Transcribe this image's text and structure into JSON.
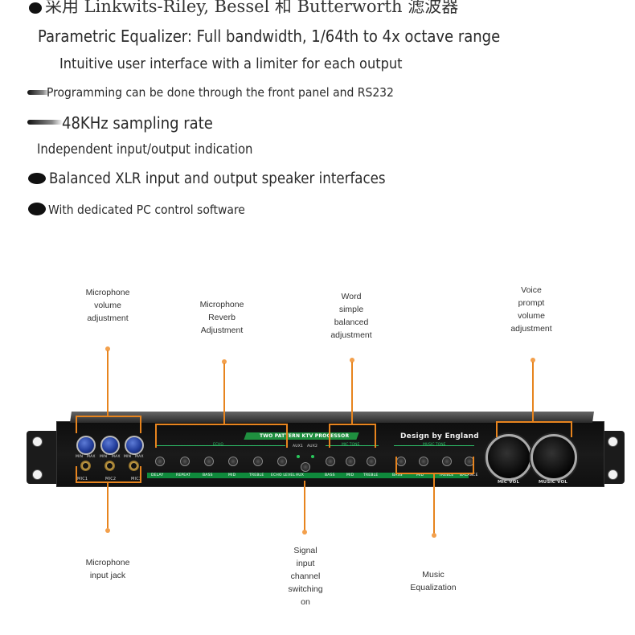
{
  "features": [
    "采用 Linkwits-Riley, Bessel 和 Butterworth 滤波器",
    "Parametric Equalizer: Full bandwidth, 1/64th to 4x octave range",
    "Intuitive user interface with a limiter for each output",
    "Programming can be done through the front panel and RS232",
    "48KHz sampling rate",
    "Independent input/output indication",
    "Balanced XLR input and output speaker interfaces",
    "With dedicated PC control software"
  ],
  "callouts": {
    "mic_volume": [
      "Microphone",
      "volume",
      "adjustment"
    ],
    "mic_reverb": [
      "Microphone",
      "Reverb",
      "Adjustment"
    ],
    "word_balance": [
      "Word",
      "simple",
      "balanced",
      "adjustment"
    ],
    "voice_prompt": [
      "Voice",
      "prompt",
      "volume",
      "adjustment"
    ],
    "mic_input": [
      "Microphone",
      "input jack"
    ],
    "signal_switch": [
      "Signal",
      "input",
      "channel",
      "switching",
      "on"
    ],
    "music_eq": [
      "Music",
      "Equalization"
    ]
  },
  "device": {
    "model_label": "TWO PATTERN KTV PROCESSOR",
    "brand": "Design by England",
    "echo_label": "ECHO",
    "mic_tone_label": "MIC TONE",
    "music_tone_label": "MUSIC TONE",
    "aux1": "AUX1",
    "aux2": "AUX2",
    "min": "MIN",
    "max": "MAX",
    "mic1": "MIC1",
    "mic2": "MIC2",
    "mic3": "MIC3",
    "mic_vol": "MIC VOL",
    "music_vol": "MUSIC VOL",
    "echo_controls": [
      "DELAY",
      "REPEAT",
      "BASS",
      "MID",
      "TREBLE",
      "ECHO LEVEL"
    ],
    "mic_tone_controls": [
      "BASS",
      "MID",
      "TREBLE"
    ],
    "aux_control": "AUX",
    "music_controls": [
      "BASS",
      "MID",
      "TREBLE",
      "BALANCE"
    ]
  },
  "colors": {
    "accent": "#e7841e",
    "panel": "#121212",
    "led": "#29c85c"
  }
}
